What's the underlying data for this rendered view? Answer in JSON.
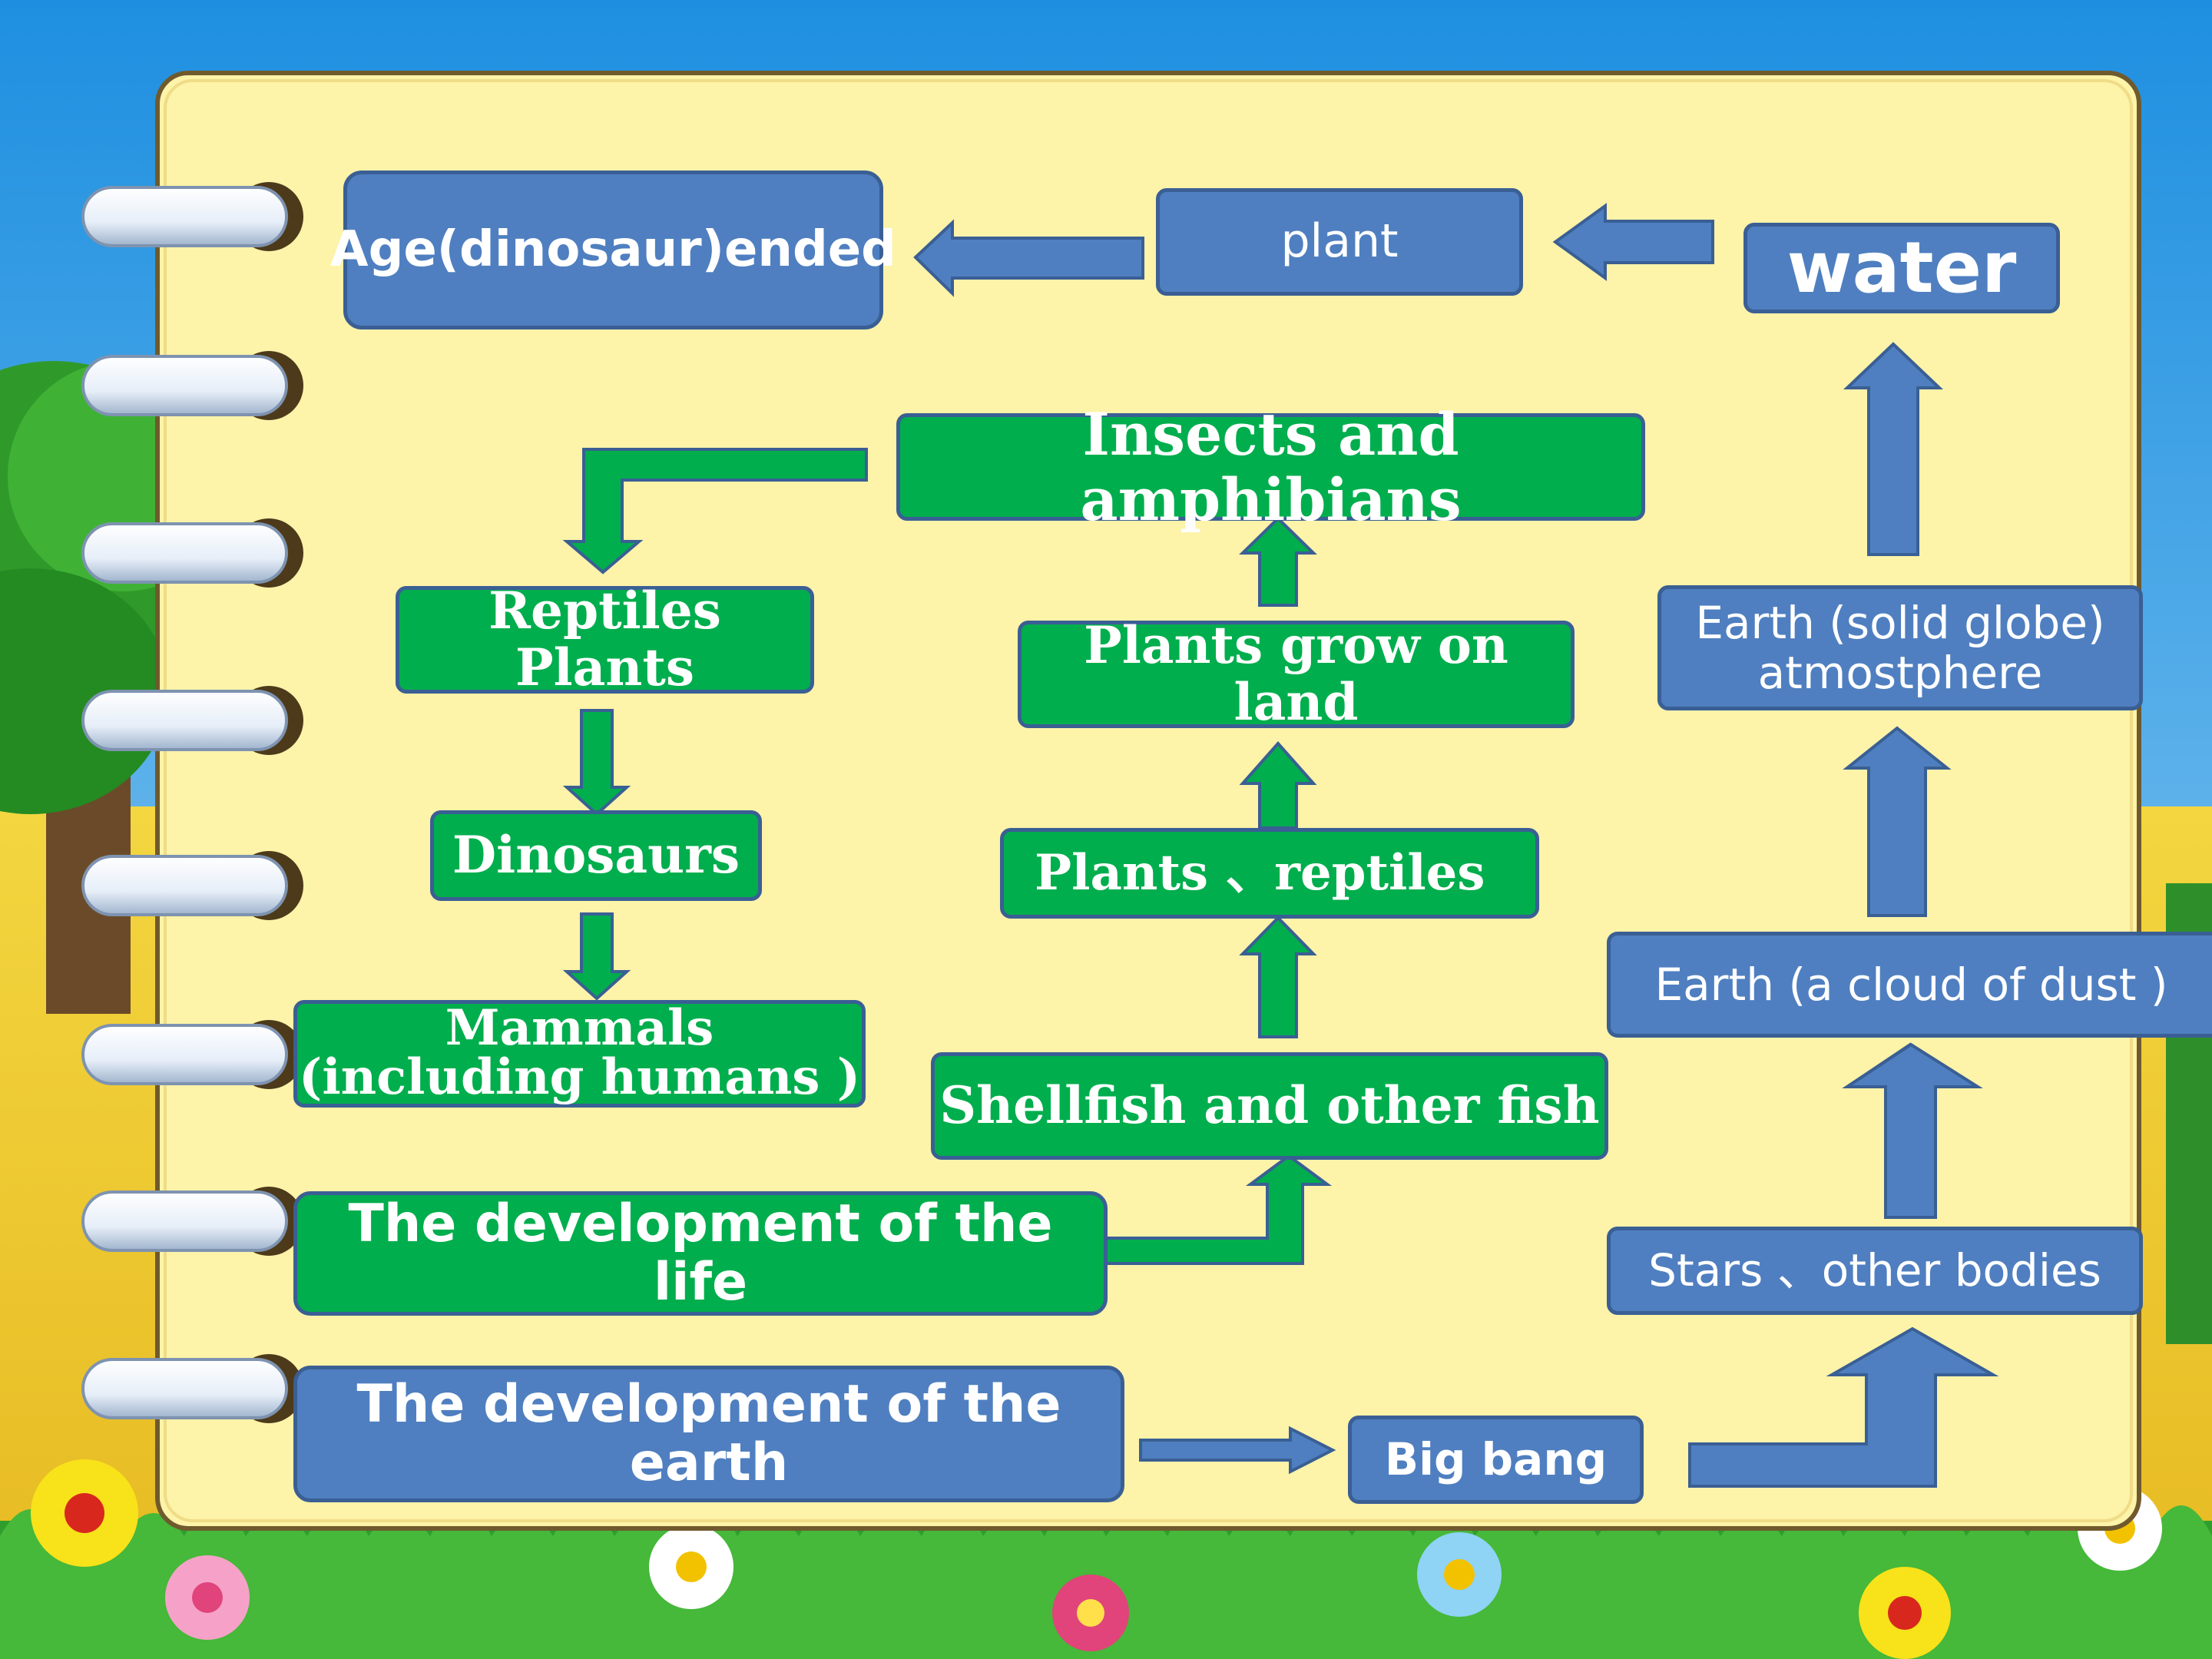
{
  "colors": {
    "earth_box": "#4f7fc0",
    "life_box": "#00ae4d",
    "box_border": "#3a5f94",
    "notebook": "#fdf3a9"
  },
  "earth": {
    "start": "The development of the earth",
    "big_bang": "Big bang",
    "stars": "Stars 、other bodies",
    "dust_cloud": "Earth (a cloud of dust )",
    "solid_globe": "Earth (solid globe)\natmostphere",
    "water": "water",
    "plant": "plant",
    "age_ended": "Age(dinosaur)ended"
  },
  "life": {
    "start": "The development of the life",
    "shellfish": "Shellfish and other fish",
    "plants_reptiles": "Plants 、reptiles",
    "plants_land": "Plants grow on land",
    "insects": "Insects and amphibians",
    "reptiles_plants": "Reptiles Plants",
    "dinosaurs": "Dinosaurs",
    "mammals": "Mammals\n(including humans )"
  }
}
